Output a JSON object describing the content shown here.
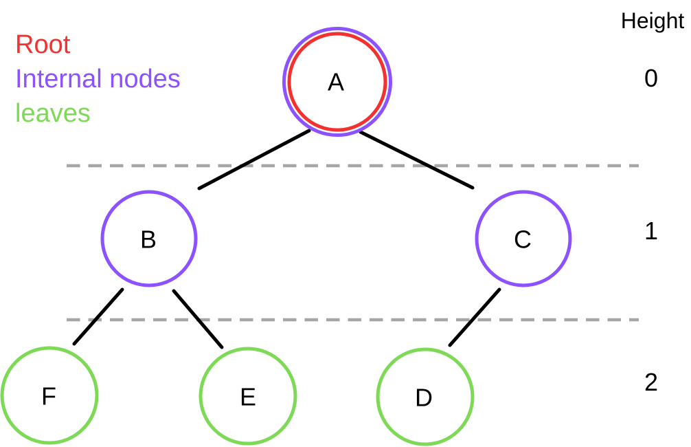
{
  "legend": {
    "items": [
      {
        "label": "Root",
        "color": "#f43131"
      },
      {
        "label": "Internal nodes",
        "color": "#8c52ff"
      },
      {
        "label": "leaves",
        "color": "#7ed957"
      }
    ]
  },
  "height_axis": {
    "label": "Height",
    "levels": [
      {
        "value": "0"
      },
      {
        "value": "1"
      },
      {
        "value": "2"
      }
    ]
  },
  "tree": {
    "nodes": [
      {
        "label": "A",
        "role": "root"
      },
      {
        "label": "B",
        "role": "internal"
      },
      {
        "label": "C",
        "role": "internal"
      },
      {
        "label": "F",
        "role": "leaf"
      },
      {
        "label": "E",
        "role": "leaf"
      },
      {
        "label": "D",
        "role": "leaf"
      }
    ],
    "edges": [
      "A-B",
      "A-C",
      "B-F",
      "B-E",
      "C-D"
    ]
  },
  "colors": {
    "root": "#f43131",
    "internal": "#8c52ff",
    "leaf": "#7ed957",
    "edge": "#000000",
    "level_divider": "#a6a6a6",
    "text": "#000000",
    "background": "#ffffff"
  }
}
